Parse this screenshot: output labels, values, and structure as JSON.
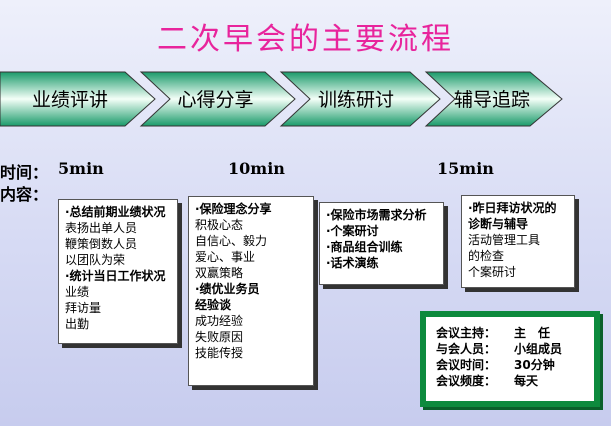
{
  "title": "二次早会的主要流程",
  "steps": [
    "业绩评讲",
    "心得分享",
    "训练研讨",
    "辅导追踪"
  ],
  "labels": {
    "time": "时间：",
    "content": "内容："
  },
  "times": [
    "5min",
    "10min",
    "15min"
  ],
  "boxes": [
    {
      "lines": [
        {
          "t": "·总结前期业绩状况",
          "bold": true
        },
        {
          "t": "表扬出单人员",
          "bold": false
        },
        {
          "t": "鞭策倒数人员",
          "bold": false
        },
        {
          "t": "以团队为荣",
          "bold": false
        },
        {
          "t": "·统计当日工作状况",
          "bold": true
        },
        {
          "t": "业绩",
          "bold": false
        },
        {
          "t": "拜访量",
          "bold": false
        },
        {
          "t": "出勤",
          "bold": false
        }
      ]
    },
    {
      "lines": [
        {
          "t": "·保险理念分享",
          "bold": true
        },
        {
          "t": "积极心态",
          "bold": false
        },
        {
          "t": "自信心、毅力",
          "bold": false
        },
        {
          "t": "爱心、事业",
          "bold": false
        },
        {
          "t": "双赢策略",
          "bold": false
        },
        {
          "t": "·绩优业务员",
          "bold": true
        },
        {
          "t": "经验谈",
          "bold": true
        },
        {
          "t": "成功经验",
          "bold": false
        },
        {
          "t": "失败原因",
          "bold": false
        },
        {
          "t": "技能传授",
          "bold": false
        }
      ]
    },
    {
      "lines": [
        {
          "t": "·保险市场需求分析",
          "bold": true
        },
        {
          "t": "·个案研讨",
          "bold": true
        },
        {
          "t": "·商品组合训练",
          "bold": true
        },
        {
          "t": "·话术演练",
          "bold": true
        }
      ]
    },
    {
      "lines": [
        {
          "t": "·昨日拜访状况的",
          "bold": true
        },
        {
          "t": "诊断与辅导",
          "bold": true
        },
        {
          "t": "活动管理工具",
          "bold": false
        },
        {
          "t": "的检查",
          "bold": false
        },
        {
          "t": "个案研讨",
          "bold": false
        }
      ]
    }
  ],
  "info": [
    {
      "k": "会议主持：",
      "v": "主　任"
    },
    {
      "k": "与会人员：",
      "v": "小组成员"
    },
    {
      "k": "会议时间：",
      "v": "30分钟"
    },
    {
      "k": "会议频度：",
      "v": "每天"
    }
  ],
  "colors": {
    "title": "#e8249c",
    "arrow_dark": "#1a9a6a",
    "arrow_light": "#f4fff8",
    "info_border": "#0d8a3d"
  }
}
